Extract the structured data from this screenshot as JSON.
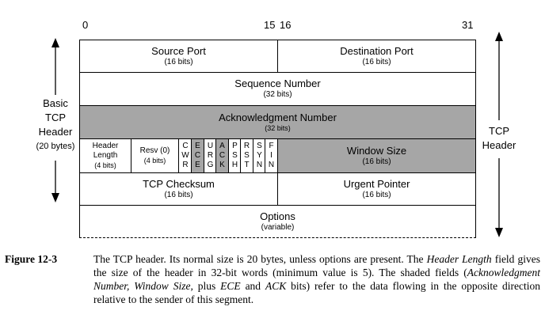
{
  "bit_numbers": {
    "b0": "0",
    "b15": "15",
    "b16": "16",
    "b31": "31"
  },
  "left_label": [
    "Basic",
    "TCP",
    "Header",
    "(20 bytes)"
  ],
  "right_label": [
    "TCP",
    "Header"
  ],
  "fields": {
    "source_port": {
      "name": "Source Port",
      "size": "(16 bits)"
    },
    "destination_port": {
      "name": "Destination Port",
      "size": "(16 bits)"
    },
    "sequence_number": {
      "name": "Sequence Number",
      "size": "(32 bits)"
    },
    "ack_number": {
      "name": "Acknowledgment Number",
      "size": "(32 bits)"
    },
    "header_length": {
      "name_line1": "Header",
      "name_line2": "Length",
      "size": "(4 bits)"
    },
    "resv": {
      "name": "Resv (0)",
      "size": "(4 bits)"
    },
    "window_size": {
      "name": "Window Size",
      "size": "(16 bits)"
    },
    "tcp_checksum": {
      "name": "TCP Checksum",
      "size": "(16 bits)"
    },
    "urgent_pointer": {
      "name": "Urgent Pointer",
      "size": "(16 bits)"
    },
    "options": {
      "name": "Options",
      "size": "(variable)"
    }
  },
  "flags": [
    {
      "letters": [
        "C",
        "W",
        "R"
      ],
      "shaded": false
    },
    {
      "letters": [
        "E",
        "C",
        "E"
      ],
      "shaded": true
    },
    {
      "letters": [
        "U",
        "R",
        "G"
      ],
      "shaded": false
    },
    {
      "letters": [
        "A",
        "C",
        "K"
      ],
      "shaded": true
    },
    {
      "letters": [
        "P",
        "S",
        "H"
      ],
      "shaded": false
    },
    {
      "letters": [
        "R",
        "S",
        "T"
      ],
      "shaded": false
    },
    {
      "letters": [
        "S",
        "Y",
        "N"
      ],
      "shaded": false
    },
    {
      "letters": [
        "F",
        "I",
        "N"
      ],
      "shaded": false
    }
  ],
  "caption": {
    "figure": "Figure 12-3",
    "p1": "The TCP header. Its normal size is 20 bytes, unless options are present. The ",
    "i1": "Header Length",
    "p2": " field gives the size of the header in 32-bit words (minimum value is 5). The shaded fields (",
    "i2": "Acknowledgment Number, Window Size,",
    "p3": " plus ",
    "i3": "ECE",
    "p4": " and ",
    "i4": "ACK",
    "p5": " bits) refer to the data flowing in the opposite direction relative to the sender of this segment."
  },
  "colors": {
    "shade": "#a6a6a6",
    "border": "#000000"
  }
}
